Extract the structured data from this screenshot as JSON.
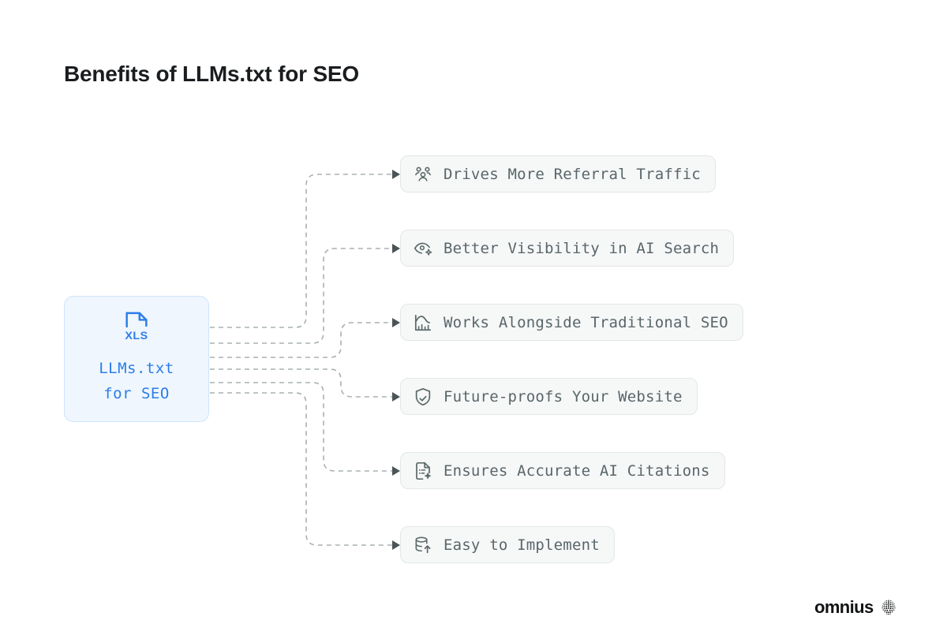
{
  "title": "Benefits of LLMs.txt for SEO",
  "root": {
    "icon": "xls-file-icon",
    "icon_text": "XLS",
    "label": "LLMs.txt\nfor SEO",
    "accent_color": "#2b7de9",
    "background_color": "#eff6fe",
    "border_color": "#cfe4fb"
  },
  "benefits": [
    {
      "icon": "users-group-icon",
      "label": "Drives More Referral Traffic"
    },
    {
      "icon": "eye-sparkle-icon",
      "label": "Better Visibility in AI Search"
    },
    {
      "icon": "bar-chart-icon",
      "label": "Works Alongside Traditional SEO"
    },
    {
      "icon": "shield-check-icon",
      "label": "Future-proofs Your Website"
    },
    {
      "icon": "document-sparkle-icon",
      "label": "Ensures Accurate AI Citations"
    },
    {
      "icon": "database-upload-icon",
      "label": "Easy to Implement"
    }
  ],
  "brand": {
    "name": "omnius",
    "mark": "dotted-sphere-icon"
  },
  "style": {
    "card_background": "#f6f7f7",
    "card_border": "#e4e7e7",
    "card_text": "#59666a",
    "connector_color": "#a9b0b3",
    "title_color": "#1a1d1f"
  }
}
